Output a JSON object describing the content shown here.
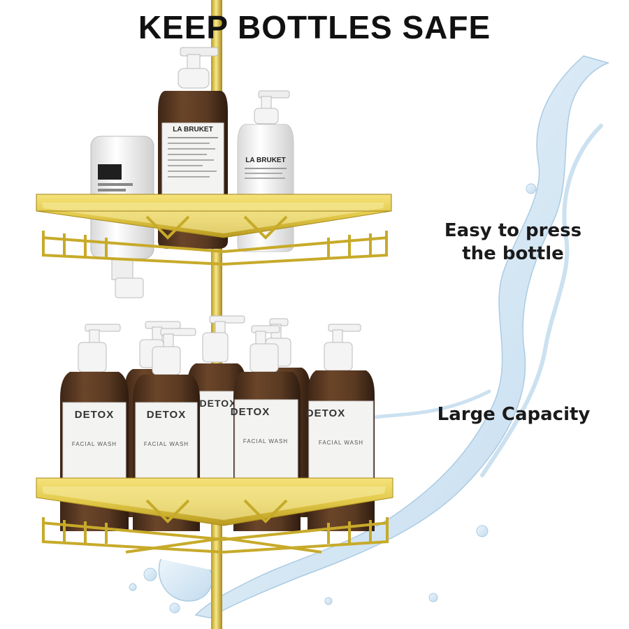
{
  "headline": "KEEP BOTTLES SAFE",
  "callouts": {
    "press_line1": "Easy to press",
    "press_line2": "the bottle",
    "capacity": "Large Capacity"
  },
  "bottle_labels": {
    "top_large": "LA BRUKET",
    "top_small": "LA BRUKET",
    "detox": "DETOX",
    "detox_sub": "FACIAL WASH"
  },
  "colors": {
    "gold": "#e2c94a",
    "gold_dark": "#b89a1e",
    "amber": "#5a3a22",
    "label": "#f3f3f1",
    "pump": "#f4f4f4",
    "water": "#cfe3f2",
    "text": "#111111"
  },
  "icons": {
    "water_splash": "water-splash-icon"
  }
}
